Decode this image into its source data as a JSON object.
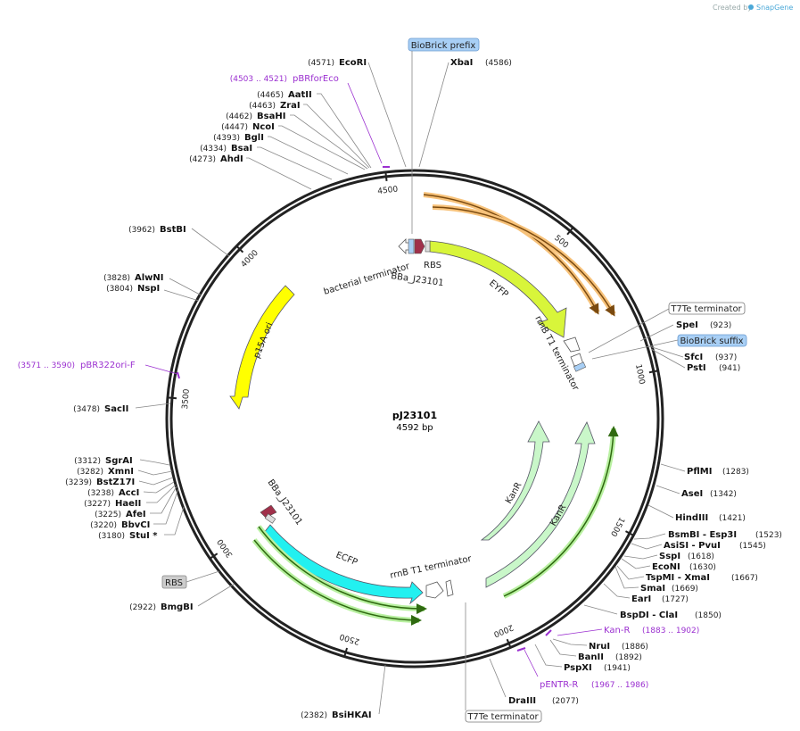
{
  "watermark": {
    "created_by": "Created by",
    "brand": "SnapGene"
  },
  "plasmid": {
    "name": "pJ23101",
    "length": "4592 bp"
  },
  "ticks": [
    {
      "label": "500",
      "bp": 500
    },
    {
      "label": "1000",
      "bp": 1000
    },
    {
      "label": "1500",
      "bp": 1500
    },
    {
      "label": "2000",
      "bp": 2000
    },
    {
      "label": "2500",
      "bp": 2500
    },
    {
      "label": "3000",
      "bp": 3000
    },
    {
      "label": "3500",
      "bp": 3500
    },
    {
      "label": "4000",
      "bp": 4000
    },
    {
      "label": "4500",
      "bp": 4500
    }
  ],
  "features": [
    {
      "label": "BioBrick prefix",
      "style": "blue-box"
    },
    {
      "label": "T7Te terminator",
      "style": "white-box"
    },
    {
      "label": "BioBrick suffix",
      "style": "blue-box"
    },
    {
      "label": "T7Te terminator",
      "style": "white-box"
    },
    {
      "label": "RBS",
      "style": "gray-box"
    },
    {
      "label": "RBS",
      "style": "plain"
    },
    {
      "label": "bacterial terminator",
      "style": "plain"
    },
    {
      "label": "BBa_J23101",
      "style": "plain"
    },
    {
      "label": "EYFP",
      "style": "plain"
    },
    {
      "label": "rrnB T1 terminator",
      "style": "plain"
    },
    {
      "label": "p15A ori",
      "style": "plain"
    },
    {
      "label": "KanR",
      "style": "plain"
    },
    {
      "label": "KanR",
      "style": "plain"
    },
    {
      "label": "BBa_J23101",
      "style": "plain"
    },
    {
      "label": "ECFP",
      "style": "plain"
    },
    {
      "label": "rrnB T1 terminator",
      "style": "plain"
    }
  ],
  "left_sites": [
    {
      "pos": "(4571)",
      "name": "EcoRI"
    },
    {
      "pos": "(4503 .. 4521)",
      "name": "pBRforEco",
      "primer": true
    },
    {
      "pos": "(4465)",
      "name": "AatII"
    },
    {
      "pos": "(4463)",
      "name": "ZraI"
    },
    {
      "pos": "(4462)",
      "name": "BsaHI"
    },
    {
      "pos": "(4447)",
      "name": "NcoI"
    },
    {
      "pos": "(4393)",
      "name": "BglI"
    },
    {
      "pos": "(4334)",
      "name": "BsaI"
    },
    {
      "pos": "(4273)",
      "name": "AhdI"
    },
    {
      "pos": "(3962)",
      "name": "BstBI"
    },
    {
      "pos": "(3828)",
      "name": "AlwNI"
    },
    {
      "pos": "(3804)",
      "name": "NspI"
    },
    {
      "pos": "(3571 .. 3590)",
      "name": "pBR322ori-F",
      "primer": true
    },
    {
      "pos": "(3478)",
      "name": "SacII"
    },
    {
      "pos": "(3312)",
      "name": "SgrAI"
    },
    {
      "pos": "(3282)",
      "name": "XmnI"
    },
    {
      "pos": "(3239)",
      "name": "BstZ17I"
    },
    {
      "pos": "(3238)",
      "name": "AccI"
    },
    {
      "pos": "(3227)",
      "name": "HaeII"
    },
    {
      "pos": "(3225)",
      "name": "AfeI"
    },
    {
      "pos": "(3220)",
      "name": "BbvCI"
    },
    {
      "pos": "(3180)",
      "name": "StuI *"
    },
    {
      "pos": "(2922)",
      "name": "BmgBI"
    },
    {
      "pos": "(2382)",
      "name": "BsiHKAI"
    }
  ],
  "right_sites": [
    {
      "name": "XbaI",
      "pos": "(4586)"
    },
    {
      "name": "SpeI",
      "pos": "(923)"
    },
    {
      "name": "SfcI",
      "pos": "(937)"
    },
    {
      "name": "PstI",
      "pos": "(941)"
    },
    {
      "name": "PflMI",
      "pos": "(1283)"
    },
    {
      "name": "AseI",
      "pos": "(1342)"
    },
    {
      "name": "HindIII",
      "pos": "(1421)"
    },
    {
      "name": "BsmBI - Esp3I",
      "pos": "(1523)"
    },
    {
      "name": "AsiSI - PvuI",
      "pos": "(1545)"
    },
    {
      "name": "SspI",
      "pos": "(1618)"
    },
    {
      "name": "EcoNI",
      "pos": "(1630)"
    },
    {
      "name": "TspMI - XmaI",
      "pos": "(1667)"
    },
    {
      "name": "SmaI",
      "pos": "(1669)"
    },
    {
      "name": "EarI",
      "pos": "(1727)"
    },
    {
      "name": "BspDI - ClaI",
      "pos": "(1850)"
    },
    {
      "name": "Kan-R",
      "pos": "(1883 .. 1902)",
      "primer": true
    },
    {
      "name": "NruI",
      "pos": "(1886)"
    },
    {
      "name": "BanII",
      "pos": "(1892)"
    },
    {
      "name": "PspXI",
      "pos": "(1941)"
    },
    {
      "name": "pENTR-R",
      "pos": "(1967 .. 1986)",
      "primer": true
    },
    {
      "name": "DraIII",
      "pos": "(2077)"
    }
  ],
  "colors": {
    "backbone": "#222222",
    "eyfp": "#d8f53a",
    "ecfp": "#22f0f0",
    "p15a": "#ffff00",
    "kanr": "#c9f7c9",
    "primer": "#9b30d0",
    "promoter": "#a0304a",
    "biobrick": "#a8cff5"
  }
}
